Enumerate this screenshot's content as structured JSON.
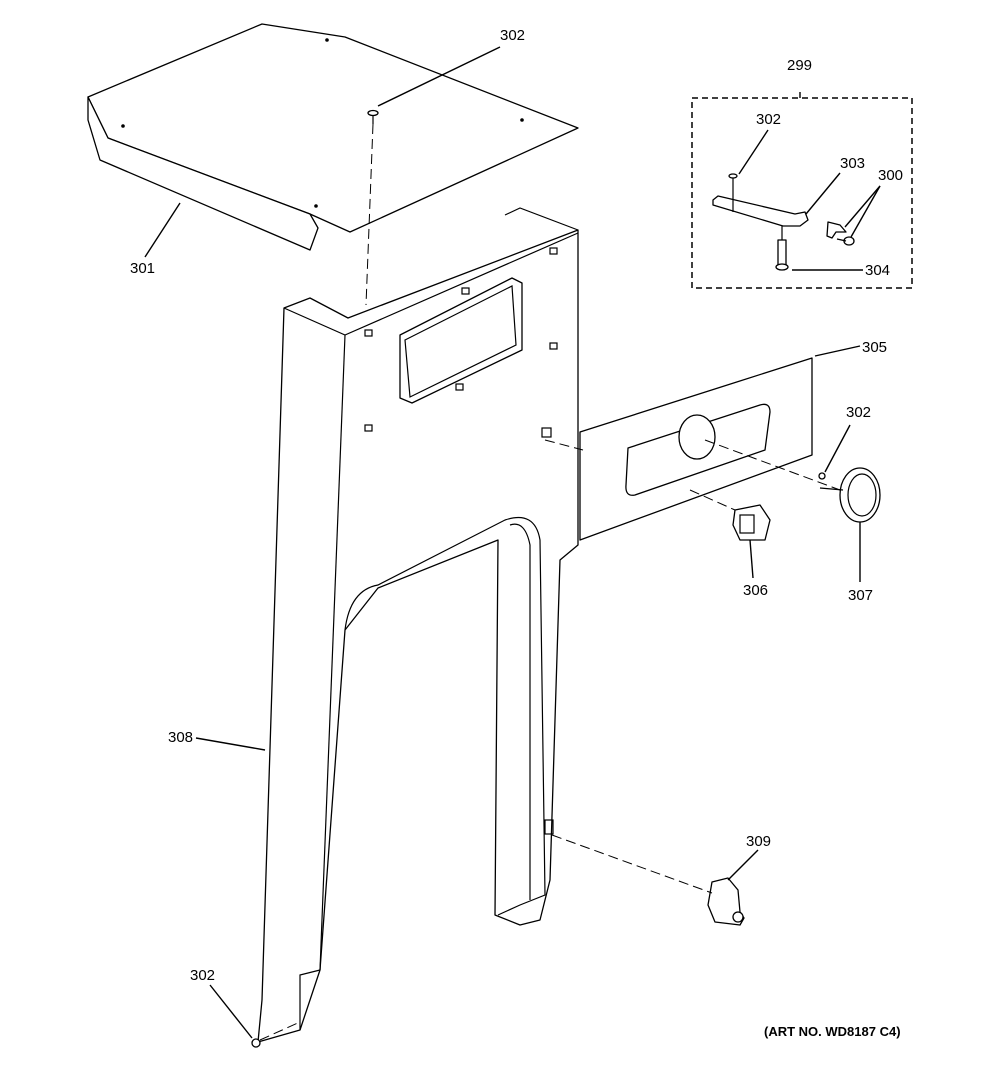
{
  "diagram": {
    "labels": {
      "top_cover": "301",
      "screw_top": "302",
      "kit": "299",
      "kit_screw": "302",
      "bracket": "303",
      "clip_and_screw": "300",
      "kit_screw_long": "304",
      "control_panel": "305",
      "panel_screw": "302",
      "switch": "306",
      "knob": "307",
      "side_panel": "308",
      "door_switch": "309",
      "bottom_screw": "302"
    },
    "art_number": "(ART NO. WD8187 C4)"
  }
}
